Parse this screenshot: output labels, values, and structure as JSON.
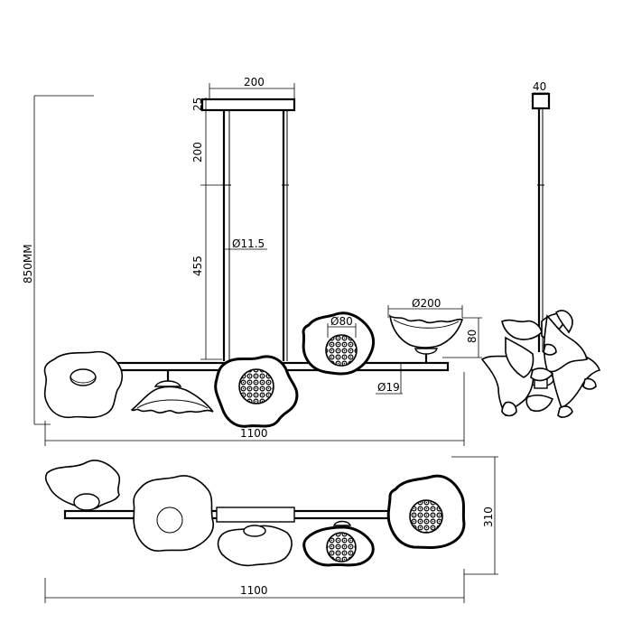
{
  "dimensions": {
    "canopy_width": "200",
    "canopy_height": "25",
    "upper_rod": "200",
    "lower_rod": "455",
    "rod_diameter": "Ø11.5",
    "total_height": "850MM",
    "crystal_diameter": "Ø80",
    "shade_diameter": "Ø200",
    "shade_height": "80",
    "arm_diameter": "Ø19",
    "front_width": "1100",
    "side_canopy": "40",
    "top_depth": "310",
    "top_width": "1100"
  }
}
